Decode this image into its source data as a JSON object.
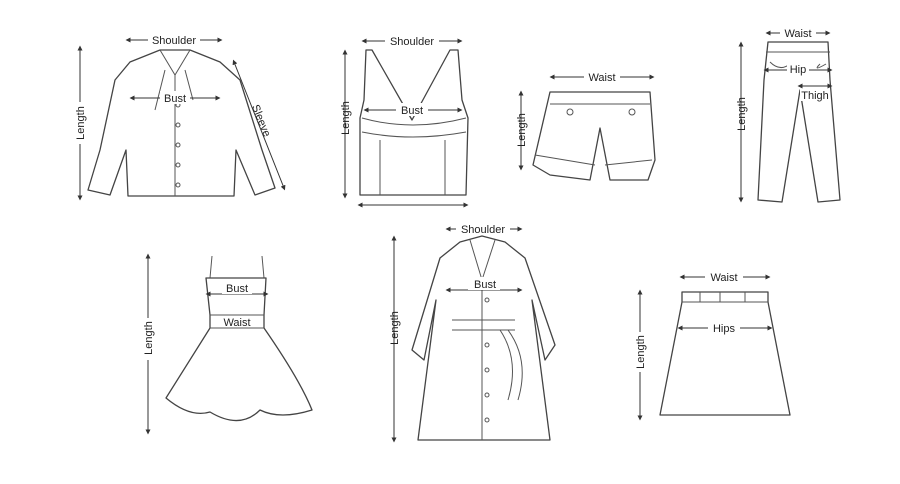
{
  "garments": {
    "blouse": {
      "shoulder": "Shoulder",
      "bust": "Bust",
      "length": "Length",
      "sleeve": "Sleeve"
    },
    "tank": {
      "shoulder": "Shoulder",
      "bust": "Bust",
      "length": "Length"
    },
    "shorts": {
      "waist": "Waist",
      "length": "Length"
    },
    "pants": {
      "waist": "Waist",
      "hip": "Hip",
      "thigh": "Thigh",
      "length": "Length"
    },
    "dress": {
      "bust": "Bust",
      "waist": "Waist",
      "length": "Length"
    },
    "coat": {
      "shoulder": "Shoulder",
      "bust": "Bust",
      "length": "Length"
    },
    "skirt": {
      "waist": "Waist",
      "hips": "Hips",
      "length": "Length"
    }
  }
}
